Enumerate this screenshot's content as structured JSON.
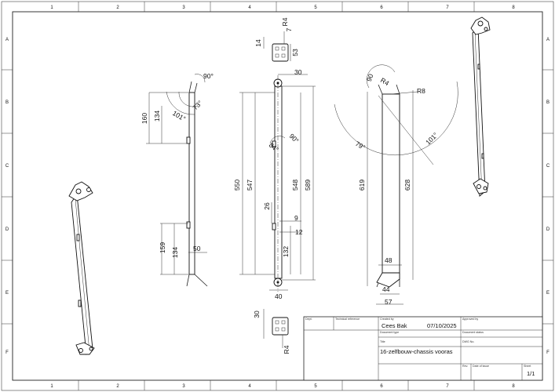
{
  "border": {
    "columns": [
      "1",
      "2",
      "3",
      "4",
      "5",
      "6",
      "7",
      "8"
    ],
    "rows": [
      "A",
      "B",
      "C",
      "D",
      "E",
      "F"
    ]
  },
  "title_block": {
    "dept_label": "Dept.",
    "technical_reference_label": "Technical reference",
    "created_by_label": "Created by",
    "approved_by_label": "Approved by",
    "created_by": "Cees Bak",
    "date": "07/10/2025",
    "document_type_label": "Document type",
    "document_status_label": "Document status",
    "title_label": "Title",
    "dwg_no_label": "DWG No.",
    "title": "16-zelfbouw-chassis vooras",
    "rev_label": "Rev.",
    "date_of_issue_label": "Date of issue",
    "sheet_label": "Sheet",
    "sheet": "1/1"
  },
  "dimensions": {
    "top_view": {
      "d14": "14",
      "d53": "53",
      "r4": "R4",
      "d7": "7"
    },
    "front_view": {
      "d30": "30",
      "d550": "550",
      "d547": "547",
      "d548": "548",
      "d589": "589",
      "a90": "90°",
      "a84": "84°",
      "d26": "26",
      "d9": "9",
      "d12": "12",
      "d132": "132",
      "d40": "40"
    },
    "left_view": {
      "a90": "90°",
      "a73": "73°",
      "a101": "101°",
      "d160": "160",
      "d134a": "134",
      "d159": "159",
      "d134b": "134",
      "d50": "50"
    },
    "right_view": {
      "a90": "90",
      "r4": "R4",
      "r8": "R8",
      "a79": "79°",
      "a101": "101°",
      "d619": "619",
      "d628": "628",
      "d48": "48",
      "d44": "44",
      "d57": "57"
    },
    "bottom_view": {
      "d30": "30",
      "r4": "R4"
    }
  }
}
